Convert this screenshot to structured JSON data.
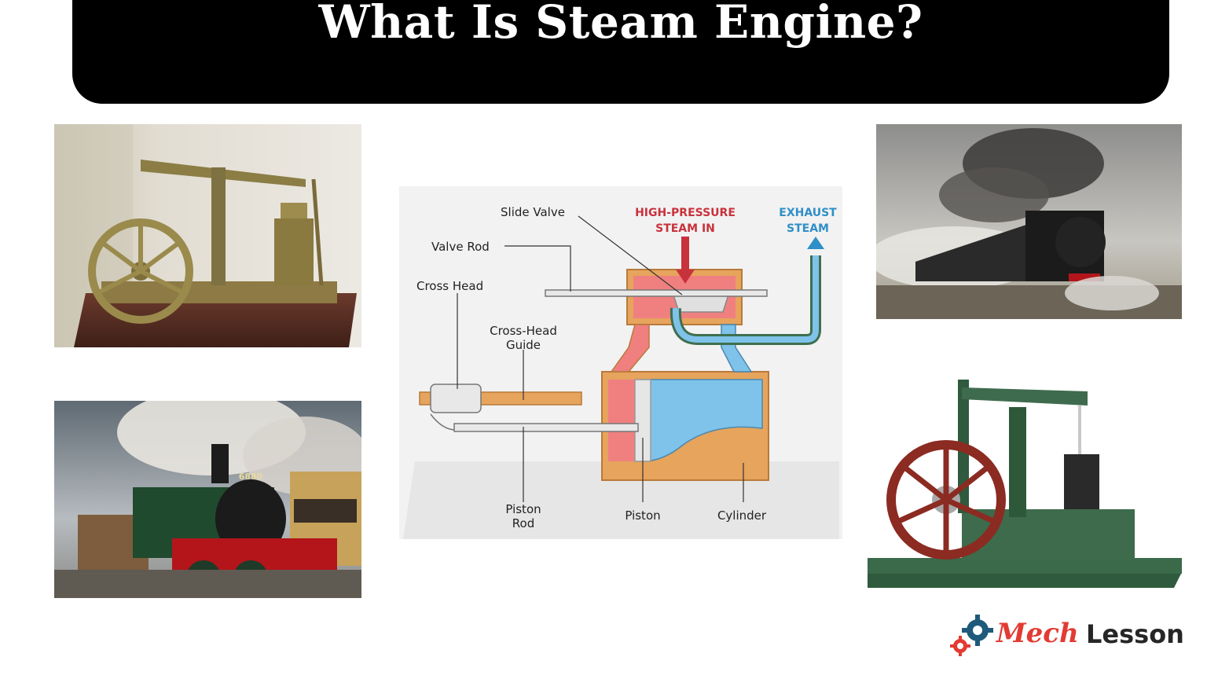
{
  "title": "What Is Steam Engine?",
  "diagram": {
    "labels": {
      "slide_valve": "Slide Valve",
      "valve_rod": "Valve Rod",
      "cross_head": "Cross Head",
      "cross_head_guide_1": "Cross-Head",
      "cross_head_guide_2": "Guide",
      "piston_rod_1": "Piston",
      "piston_rod_2": "Rod",
      "piston": "Piston",
      "cylinder": "Cylinder"
    },
    "steam_in": {
      "line1": "HIGH-PRESSURE",
      "line2": "STEAM IN",
      "color": "#c8323c"
    },
    "exhaust": {
      "line1": "EXHAUST",
      "line2": "STEAM",
      "color": "#2f8fc8"
    },
    "colors": {
      "high_pressure": "#f08080",
      "exhaust_blue": "#7fc3ea",
      "body": "#e6a45c",
      "pipe_green": "#3f6f4f"
    }
  },
  "photos": {
    "locomotive_number": "6880"
  },
  "logo": {
    "part1": "Mech",
    "part2": "Lesson"
  }
}
